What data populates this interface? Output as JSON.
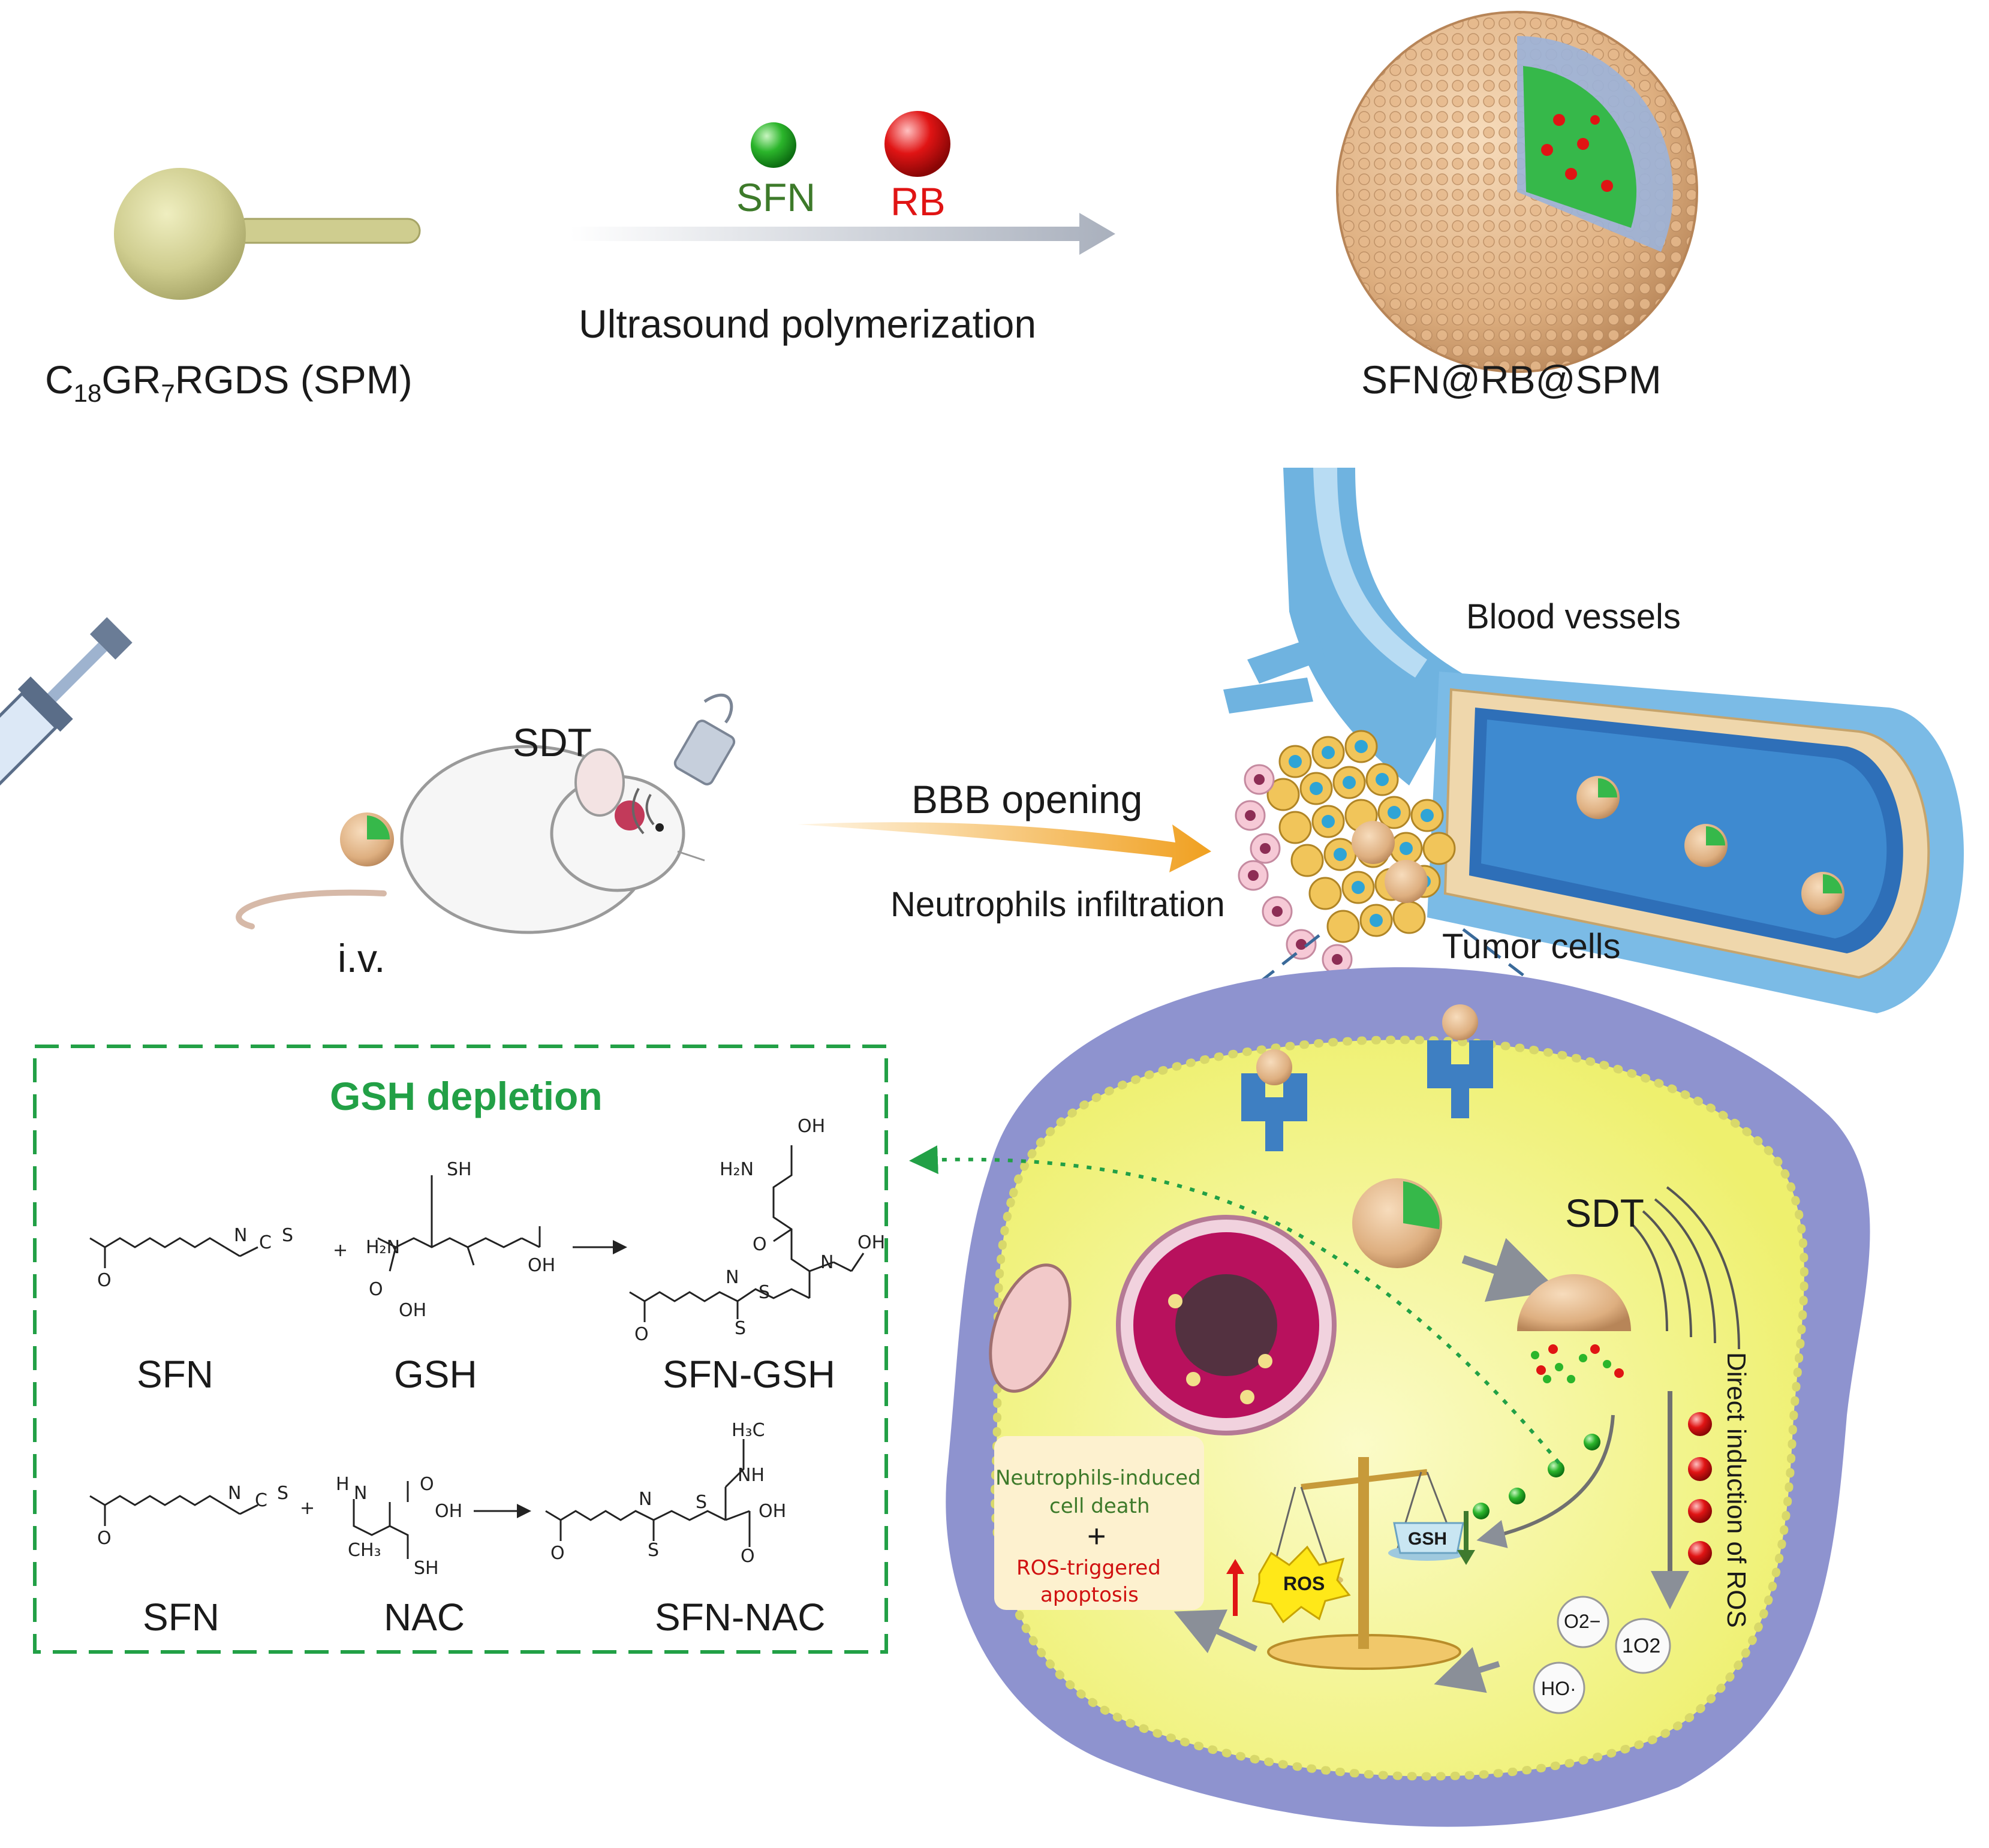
{
  "top": {
    "spm_label_pre": "C",
    "spm_sub1": "18",
    "spm_mid": "GR",
    "spm_sub2": "7",
    "spm_post": "RGDS (SPM)",
    "sfn_label": "SFN",
    "rb_label": "RB",
    "process_label": "Ultrasound polymerization",
    "nanoparticle_label": "SFN@RB@SPM"
  },
  "middle": {
    "sdt_label": "SDT",
    "iv_label": "i.v.",
    "bbb_label": "BBB opening",
    "blood_vessels_label": "Blood vessels",
    "neutrophils_label": "Neutrophils infiltration",
    "tumor_cells_label": "Tumor cells"
  },
  "gsh_box": {
    "title": "GSH depletion",
    "row1": [
      "SFN",
      "GSH",
      "SFN-GSH"
    ],
    "row2": [
      "SFN",
      "NAC",
      "SFN-NAC"
    ]
  },
  "cell": {
    "sdt_label": "SDT",
    "ros_direct_label": "Direct induction of ROS",
    "note_line1": "Neutrophils-induced",
    "note_line2": "cell death",
    "note_plus": "+",
    "note_line3": "ROS-triggered",
    "note_line4": "apoptosis",
    "ros_badge": "ROS",
    "gsh_badge": "GSH",
    "o2_radical": "O2−",
    "singlet_o2": "1O2",
    "hydroxyl": "HO·"
  },
  "colors": {
    "sfn_green": "#2bb52b",
    "rb_red": "#e01414",
    "box_green": "#22a046",
    "cell_yellow": "#f4f38e",
    "membrane_blue": "#8e93cf",
    "arrow_orange": "#f0a020",
    "vessel_blue": "#6fb3e0"
  }
}
